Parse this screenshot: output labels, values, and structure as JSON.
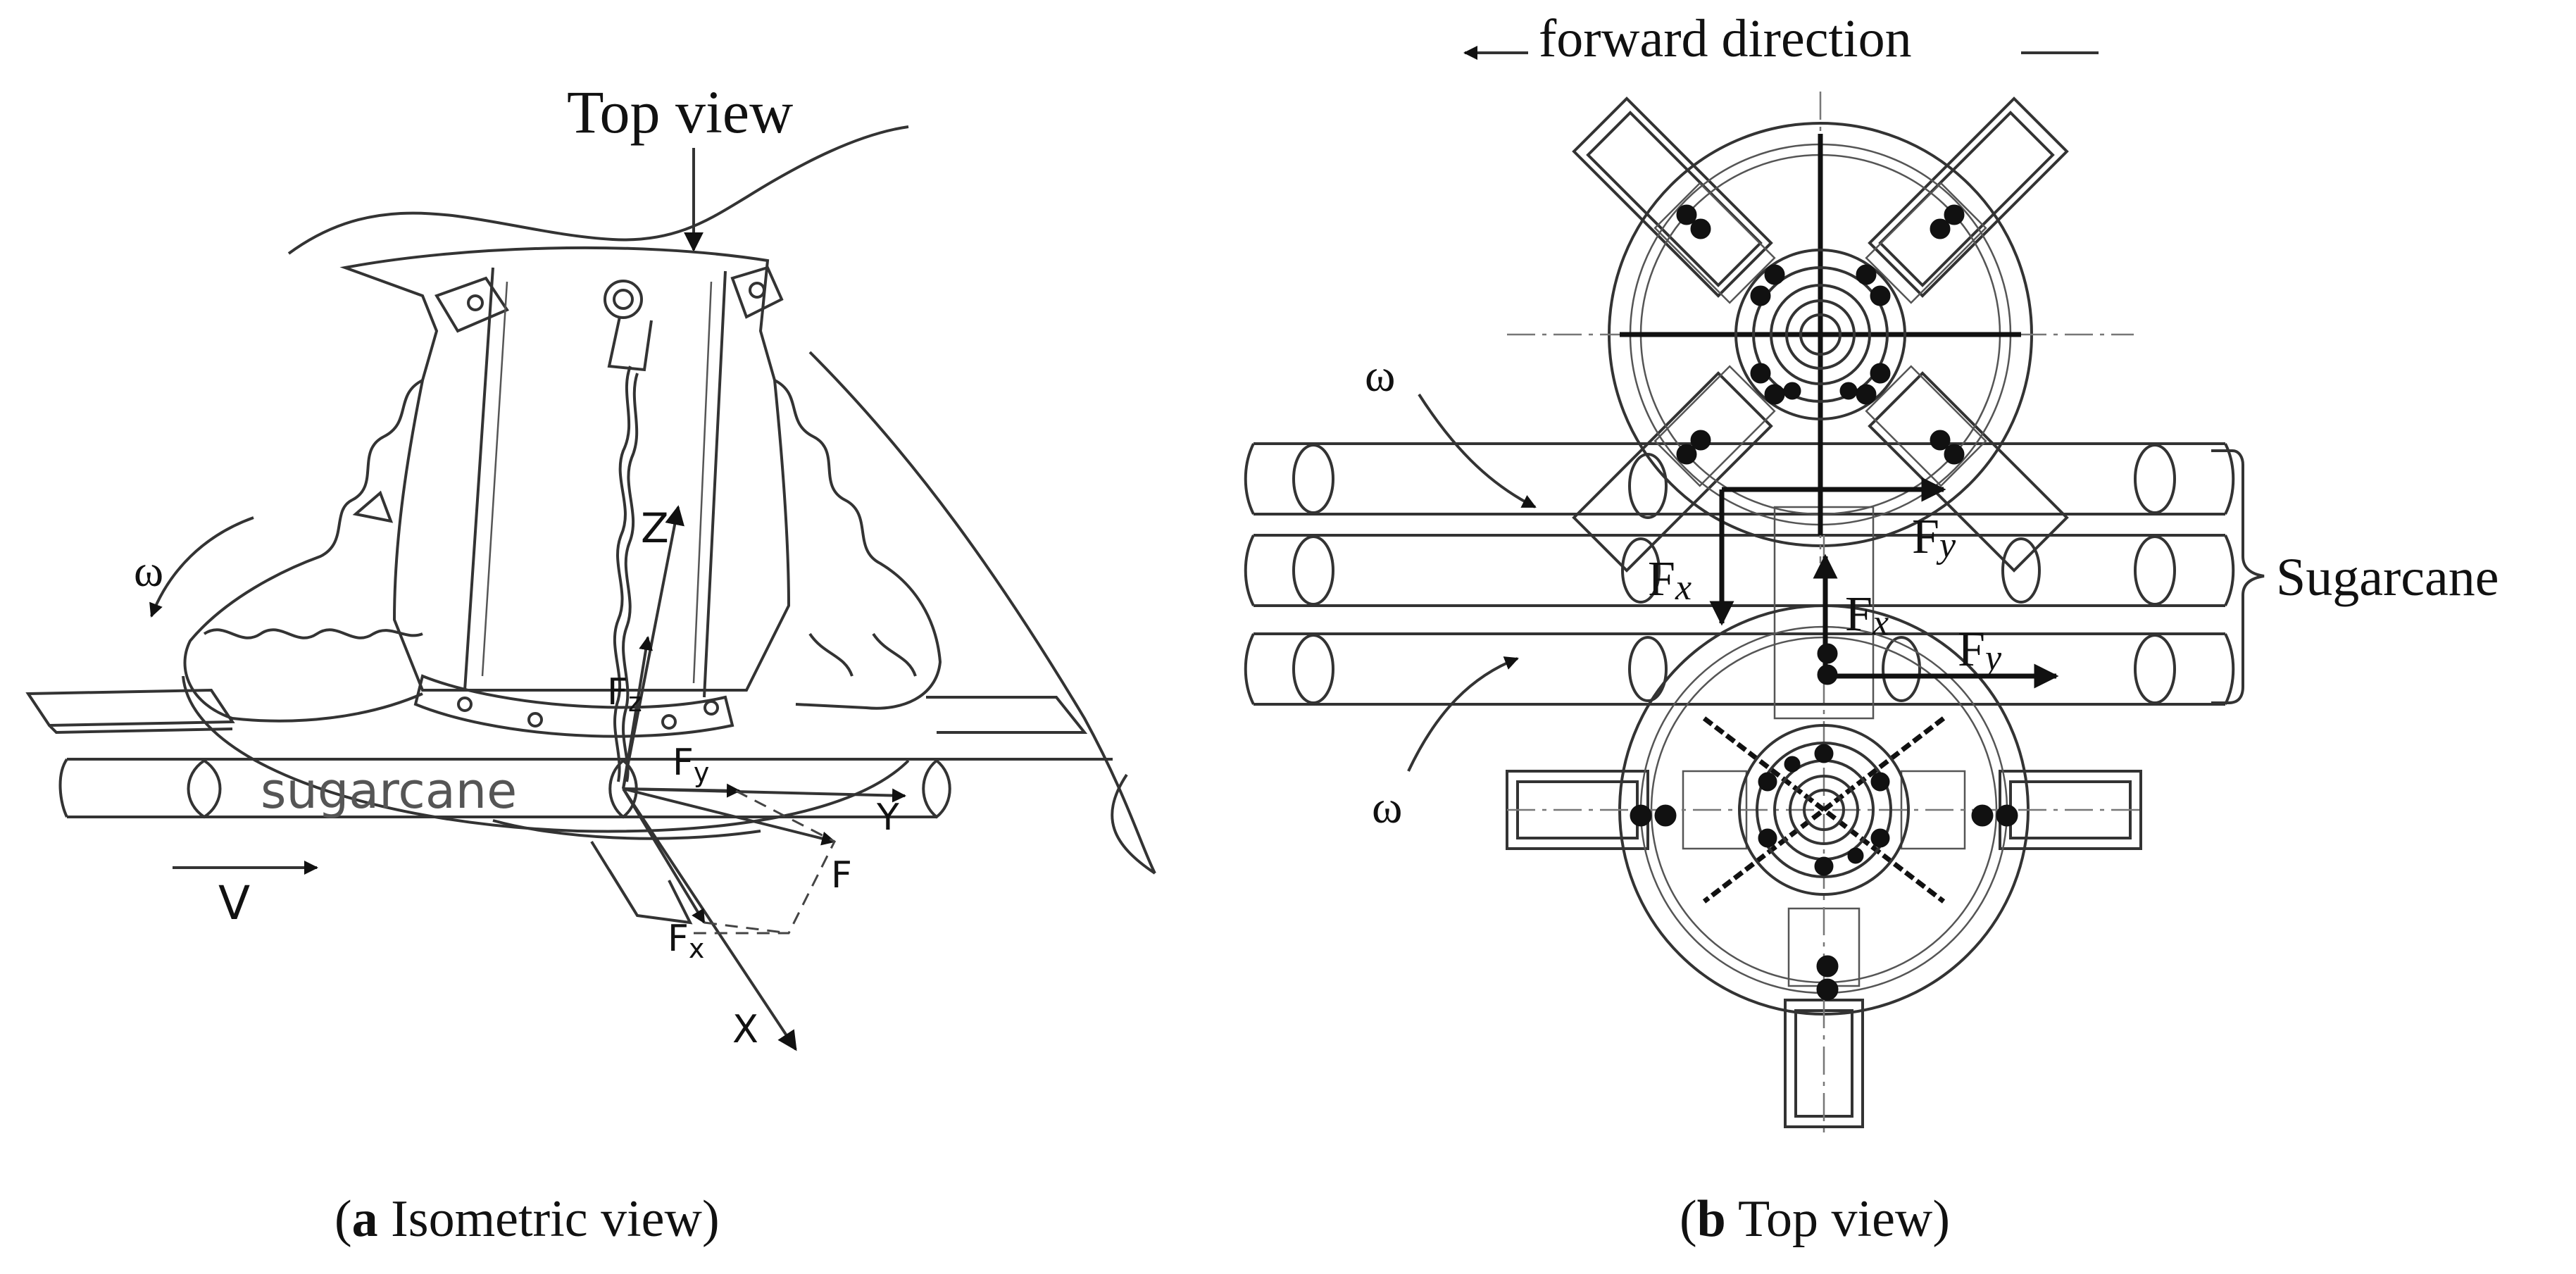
{
  "panel_a": {
    "top_view_label": "Top view",
    "omega": "ω",
    "velocity": "V",
    "sugarcane": "sugarcane",
    "axis_z": "Z",
    "axis_y": "Y",
    "axis_x": "X",
    "force_z": "F",
    "force_z_sub": "z",
    "force_y": "F",
    "force_y_sub": "y",
    "force_x": "F",
    "force_x_sub": "x",
    "force": "F",
    "caption_letter": "a",
    "caption_text": " Isometric view"
  },
  "panel_b": {
    "forward_direction": "forward direction",
    "omega_top": "ω",
    "omega_bottom": "ω",
    "sugarcane": "Sugarcane",
    "force_x_left": "F",
    "force_x_left_sub": "x",
    "force_y_top": "F",
    "force_y_top_sub": "y",
    "force_x_center": "F",
    "force_x_center_sub": "x",
    "force_y_right": "F",
    "force_y_right_sub": "y",
    "caption_letter": "b",
    "caption_text": " Top view"
  }
}
